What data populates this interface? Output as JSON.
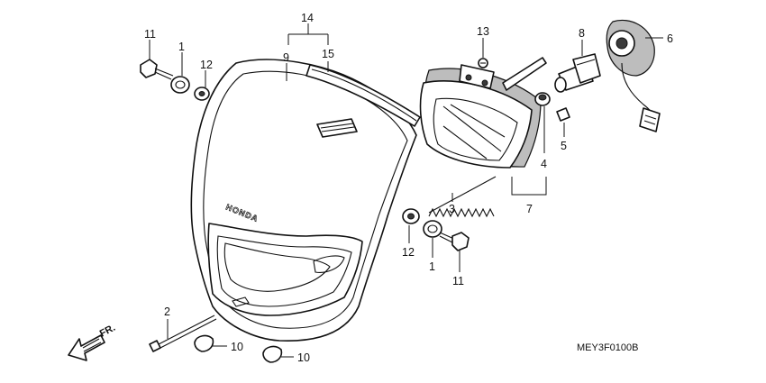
{
  "diagram": {
    "drawing_code": "MEY3F0100B",
    "brand_mark": "HONDA",
    "direction_label": "FR.",
    "callouts": [
      {
        "id": "c11a",
        "label": "11"
      },
      {
        "id": "c1a",
        "label": "1"
      },
      {
        "id": "c12a",
        "label": "12"
      },
      {
        "id": "c14",
        "label": "14"
      },
      {
        "id": "c9",
        "label": "9"
      },
      {
        "id": "c15",
        "label": "15"
      },
      {
        "id": "c13",
        "label": "13"
      },
      {
        "id": "c8",
        "label": "8"
      },
      {
        "id": "c6",
        "label": "6"
      },
      {
        "id": "c5",
        "label": "5"
      },
      {
        "id": "c4",
        "label": "4"
      },
      {
        "id": "c3",
        "label": "3"
      },
      {
        "id": "c7",
        "label": "7"
      },
      {
        "id": "c12b",
        "label": "12"
      },
      {
        "id": "c1b",
        "label": "1"
      },
      {
        "id": "c11b",
        "label": "11"
      },
      {
        "id": "c2",
        "label": "2"
      },
      {
        "id": "c10a",
        "label": "10"
      },
      {
        "id": "c10b",
        "label": "10"
      }
    ]
  }
}
